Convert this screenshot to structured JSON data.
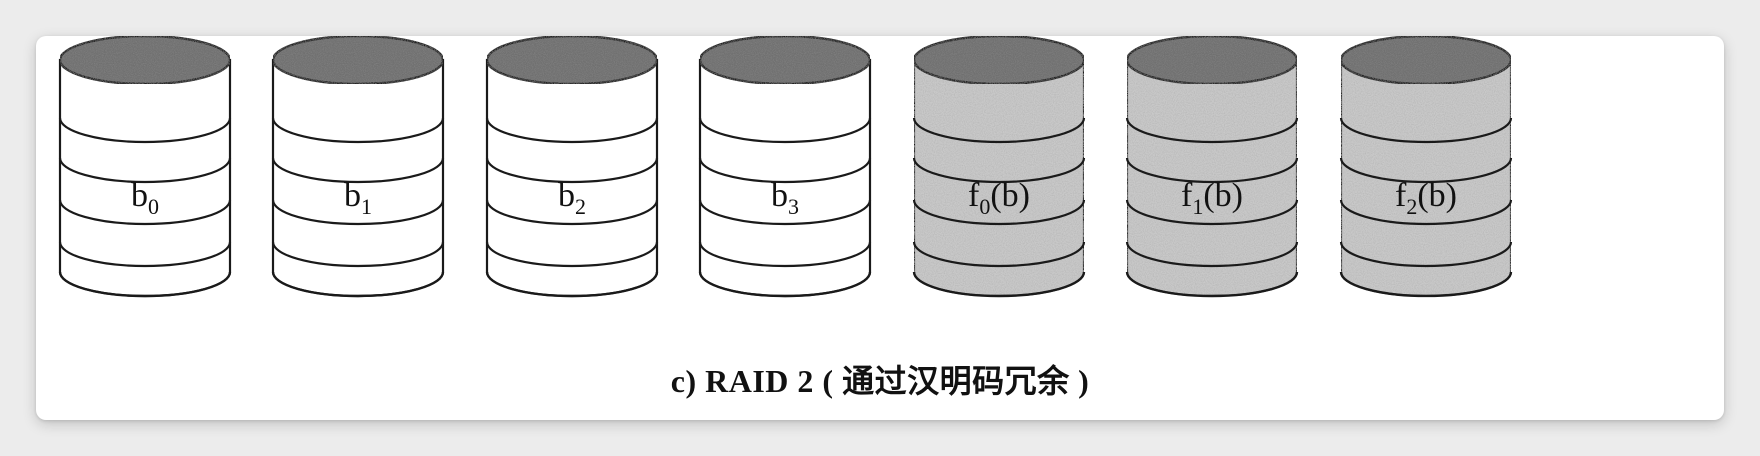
{
  "caption": "c) RAID 2 ( 通过汉明码冗余 )",
  "disks": [
    {
      "label_main": "b",
      "label_sub": "0",
      "label_suffix": "",
      "type": "data"
    },
    {
      "label_main": "b",
      "label_sub": "1",
      "label_suffix": "",
      "type": "data"
    },
    {
      "label_main": "b",
      "label_sub": "2",
      "label_suffix": "",
      "type": "data"
    },
    {
      "label_main": "b",
      "label_sub": "3",
      "label_suffix": "",
      "type": "data"
    },
    {
      "label_main": "f",
      "label_sub": "0",
      "label_suffix": "(b)",
      "type": "redundancy"
    },
    {
      "label_main": "f",
      "label_sub": "1",
      "label_suffix": "(b)",
      "type": "redundancy"
    },
    {
      "label_main": "f",
      "label_sub": "2",
      "label_suffix": "(b)",
      "type": "redundancy"
    }
  ],
  "colors": {
    "background": "#ececec",
    "card": "#ffffff",
    "data_fill": "#ffffff",
    "redundancy_fill": "#c9c9c9",
    "top_fill": "#6f6f6f",
    "outline": "#1a1a1a"
  }
}
